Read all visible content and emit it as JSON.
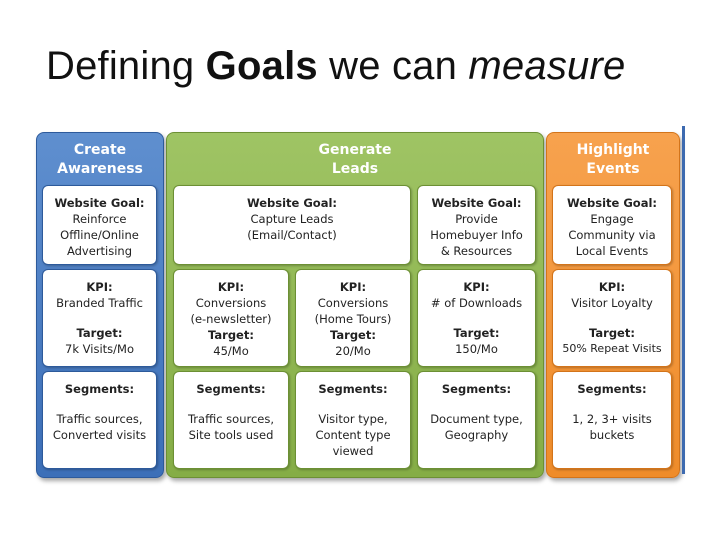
{
  "title": {
    "pre": "Defining ",
    "bold": "Goals",
    "mid": " we can ",
    "italic": "measure"
  },
  "columns": {
    "awareness": {
      "head": [
        "Create",
        "Awareness"
      ],
      "goal": [
        "Website Goal:",
        "Reinforce",
        "Offline/Online",
        "Advertising"
      ],
      "kpi": [
        "KPI:",
        "Branded Traffic"
      ],
      "target": [
        "Target:",
        "7k Visits/Mo"
      ],
      "segments": [
        "Segments:",
        "Traffic sources,",
        "Converted visits"
      ]
    },
    "leads": {
      "head": [
        "Generate",
        "Leads"
      ],
      "goal_a": [
        "Website Goal:",
        "Capture Leads",
        "(Email/Contact)"
      ],
      "goal_b": [
        "Website Goal:",
        "Provide",
        "Homebuyer Info",
        "& Resources"
      ],
      "kpi_1": [
        "KPI:",
        "Conversions",
        "(e-newsletter)"
      ],
      "target_1": [
        "Target:",
        "45/Mo"
      ],
      "kpi_2": [
        "KPI:",
        "Conversions",
        "(Home Tours)"
      ],
      "target_2": [
        "Target:",
        "20/Mo"
      ],
      "kpi_3": [
        "KPI:",
        "# of Downloads"
      ],
      "target_3": [
        "Target:",
        "150/Mo"
      ],
      "seg_1": [
        "Segments:",
        "Traffic sources,",
        "Site tools used"
      ],
      "seg_2": [
        "Segments:",
        "Visitor type,",
        "Content type",
        "viewed"
      ],
      "seg_3": [
        "Segments:",
        "Document type,",
        "Geography"
      ]
    },
    "events": {
      "head": [
        "Highlight",
        "Events"
      ],
      "goal": [
        "Website Goal:",
        "Engage",
        "Community via",
        "Local Events"
      ],
      "kpi": [
        "KPI:",
        "Visitor Loyalty"
      ],
      "target": [
        "Target:",
        "50% Repeat Visits"
      ],
      "segments": [
        "Segments:",
        "1, 2, 3+ visits",
        "buckets"
      ]
    }
  }
}
